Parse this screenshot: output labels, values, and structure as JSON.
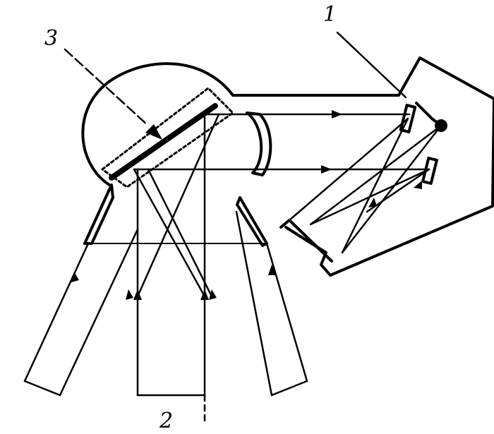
{
  "labels": {
    "mirror_label": "1",
    "input_label": "2",
    "beamsplitter_label": "3"
  },
  "colors": {
    "ink": "#000000",
    "background": "#ffffff"
  },
  "icons": [
    "arrowhead-icon"
  ]
}
